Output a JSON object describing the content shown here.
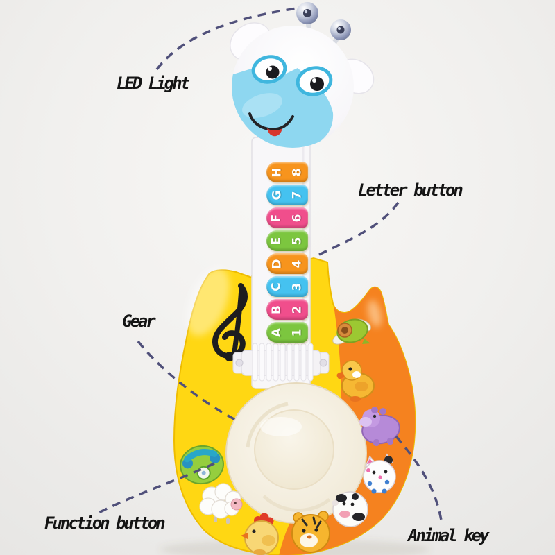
{
  "image_type": "annotated toy product photo",
  "annotations": {
    "led_light": "LED Light",
    "letter_button": "Letter button",
    "gear": "Gear",
    "function_button": "Function button",
    "animal_key": "Animal key"
  },
  "toy": {
    "description": "cartoon giraffe-head electric guitar music toy, yellow and orange body, white neck, light-up drum",
    "letter_keys": [
      {
        "letter": "H",
        "number": "8",
        "color": "#f7941d"
      },
      {
        "letter": "G",
        "number": "7",
        "color": "#45c2f0"
      },
      {
        "letter": "F",
        "number": "6",
        "color": "#f04e8c"
      },
      {
        "letter": "E",
        "number": "5",
        "color": "#7cc63f"
      },
      {
        "letter": "D",
        "number": "4",
        "color": "#f7941d"
      },
      {
        "letter": "C",
        "number": "3",
        "color": "#45c2f0"
      },
      {
        "letter": "B",
        "number": "2",
        "color": "#f04e8c"
      },
      {
        "letter": "A",
        "number": "1",
        "color": "#7cc63f"
      }
    ],
    "animal_keys": [
      "bird",
      "duck",
      "hippo",
      "cat",
      "cow",
      "tiger",
      "sheep",
      "chicken"
    ],
    "function_key": "telephone",
    "led_parts": [
      "left-antenna-bell",
      "right-antenna-bell"
    ],
    "colors": {
      "body_left": "#ffd713",
      "body_right": "#f5821f",
      "neck": "#f8f7f9",
      "face": "#8ed7f0",
      "drum": "#f4eedd",
      "dash": "#50507a",
      "label_text": "#141414"
    }
  }
}
